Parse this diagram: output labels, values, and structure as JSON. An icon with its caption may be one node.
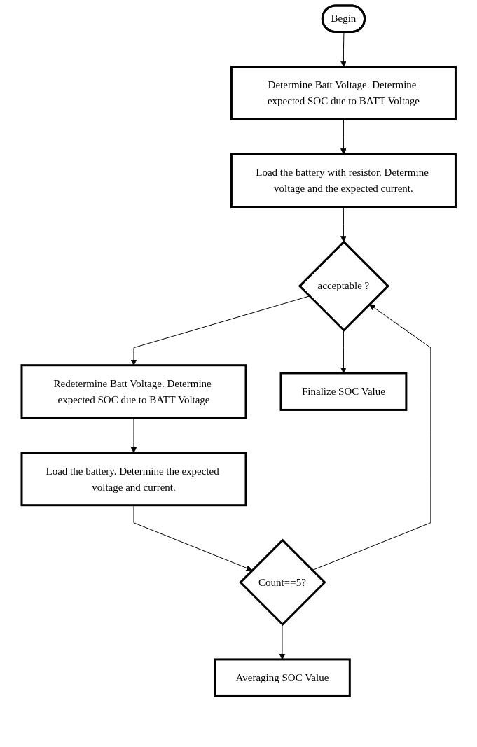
{
  "diagram": {
    "nodes": [
      {
        "text": [
          "Begin"
        ]
      },
      {
        "text": [
          "Determine Batt Voltage. Determine expected SOC due to BATT Voltage"
        ]
      },
      {
        "text": [
          "Load the battery with resistor. Determine voltage and the expected current."
        ]
      },
      {
        "text": [
          "acceptable ?"
        ]
      },
      {
        "text": [
          "Redetermine Batt Voltage. Determine expected SOC due to BATT Voltage"
        ]
      },
      {
        "text": [
          "Finalize SOC Value"
        ]
      },
      {
        "text": [
          "Load the battery. Determine the expected voltage and current."
        ]
      },
      {
        "text": [
          "Count==5?"
        ]
      },
      {
        "text": [
          "Averaging SOC Value"
        ]
      }
    ],
    "edges": [
      {
        "from": 0,
        "to": 1,
        "arrow": "to"
      },
      {
        "from": 1,
        "to": 2,
        "arrow": "to"
      },
      {
        "from": 2,
        "to": 3,
        "arrow": "to"
      },
      {
        "from": 3,
        "to": 5,
        "arrow": "to"
      },
      {
        "from": 3,
        "to": 4,
        "arrow": "to"
      },
      {
        "from": 4,
        "to": 6,
        "arrow": "to"
      },
      {
        "from": 6,
        "to": 7,
        "arrow": "to"
      },
      {
        "from": 7,
        "to": 3,
        "arrow": "to"
      },
      {
        "from": 7,
        "to": 8,
        "arrow": "to"
      }
    ]
  }
}
